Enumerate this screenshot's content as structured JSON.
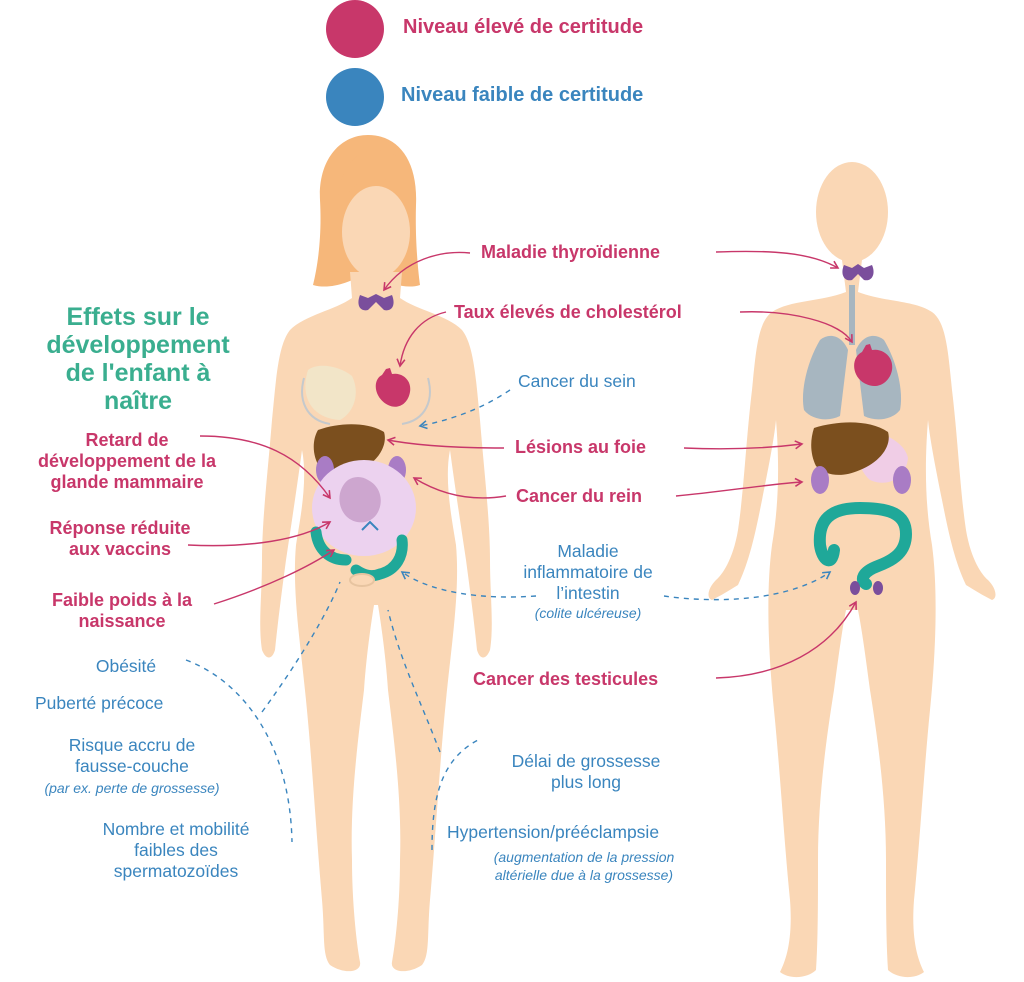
{
  "legend": {
    "high": {
      "label": "Niveau élevé de certitude",
      "color": "#c8376a"
    },
    "low": {
      "label": "Niveau faible de certitude",
      "color": "#3a85be"
    }
  },
  "title": {
    "lines": [
      "Effets sur le",
      "développement",
      "de l'enfant à",
      "naître"
    ],
    "color": "#3aae8f"
  },
  "labels_high": {
    "thyroid": "Maladie thyroïdienne",
    "cholesterol": "Taux élevés de cholestérol",
    "liver": "Lésions au foie",
    "kidney": "Cancer du rein",
    "testicular": "Cancer des testicules",
    "mammary": [
      "Retard de",
      "développement de la",
      "glande mammaire"
    ],
    "vaccines": [
      "Réponse réduite",
      "aux vaccins"
    ],
    "birth_weight": [
      "Faible poids à la",
      "naissance"
    ]
  },
  "labels_low": {
    "breast_cancer": "Cancer du sein",
    "ibd": [
      "Maladie",
      "inflammatoire de",
      "l’intestin"
    ],
    "ibd_note": "(colite ulcéreuse)",
    "obesity": "Obésité",
    "puberty": "Puberté précoce",
    "miscarriage": [
      "Risque accru de",
      "fausse-couche"
    ],
    "miscarriage_note": "(par ex. perte de grossesse)",
    "sperm": [
      "Nombre et mobilité",
      "faibles des",
      "spermatozoïdes"
    ],
    "pregnancy_delay": [
      "Délai de grossesse",
      "plus long"
    ],
    "hypertension": "Hypertension/prééclampsie",
    "hypertension_note": [
      "(augmentation de la pression",
      "altérielle due à la grossesse)"
    ]
  },
  "colors": {
    "skin": "#fad7b5",
    "hair": "#f6b77a",
    "thyroid": "#7a4e9c",
    "heart": "#c8376a",
    "liver": "#7b4f1e",
    "kidney": "#a97cc5",
    "stomach": "#f0cde6",
    "intestine": "#1fa899",
    "lung": "#a7b6c0",
    "uterus": "#e2c8ea",
    "breast": "#f2e5c8"
  }
}
